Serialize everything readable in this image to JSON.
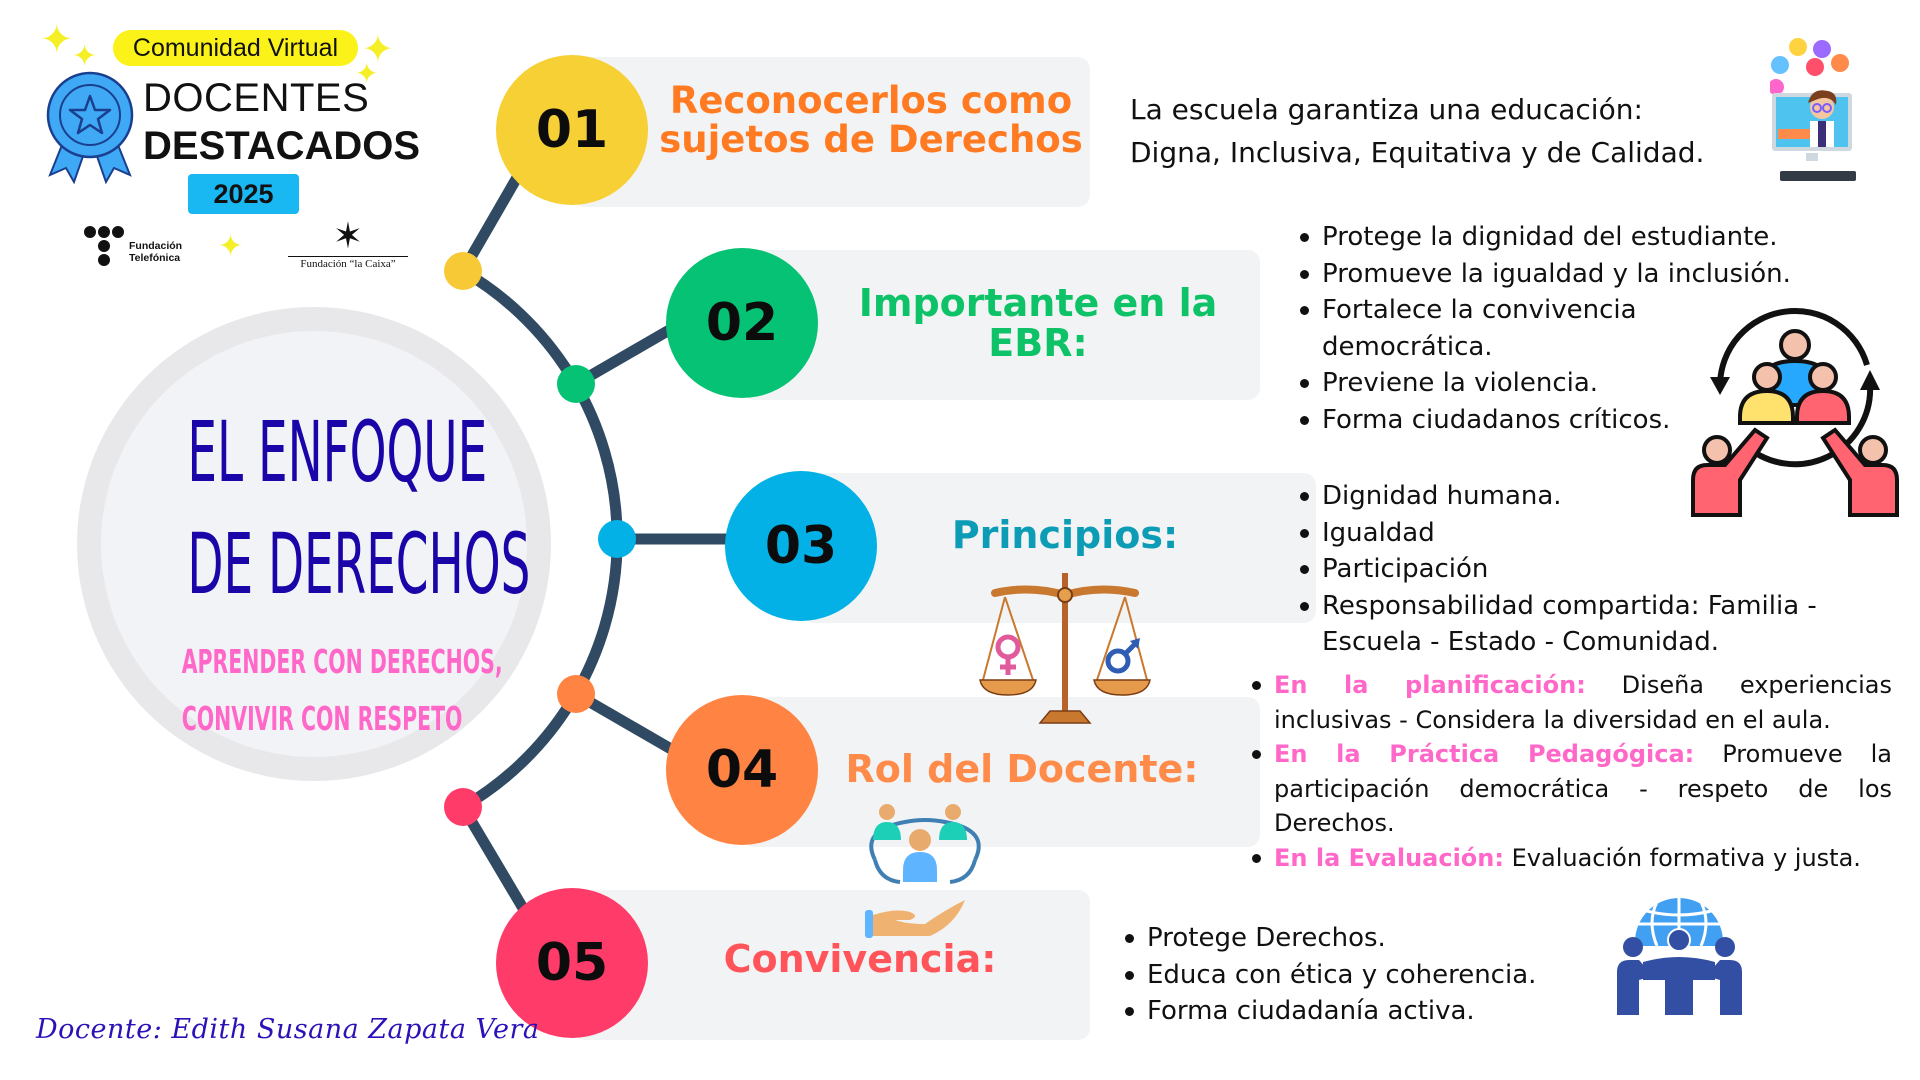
{
  "badge": {
    "community": "Comunidad Virtual",
    "line1": "DOCENTES",
    "line2": "DESTACADOS",
    "year": "2025",
    "sponsor1_line1": "Fundación",
    "sponsor1_line2": "Telefónica",
    "sponsor2": "Fundación “la Caixa”",
    "sparkle_glyph": "✦"
  },
  "main": {
    "title_line1": "EL ENFOQUE",
    "title_line2": "DE DERECHOS",
    "subtitle_line1": "APRENDER CON DERECHOS,",
    "subtitle_line2": "CONVIVIR CON RESPETO"
  },
  "colors": {
    "step1": "#f6d035",
    "step2": "#06c275",
    "step3": "#03b1e6",
    "step4": "#ff8443",
    "step5": "#ff3b69",
    "connector": "#2f4a62",
    "title_blue": "#1a05a8",
    "pink": "#ff68c8"
  },
  "steps": [
    {
      "num": "01",
      "title_line1": "Reconocerlos como",
      "title_line2": "sujetos de Derechos",
      "title_color": "#ff7a21"
    },
    {
      "num": "02",
      "title_line1": "Importante en la",
      "title_line2": "EBR:",
      "title_color": "#0ec267"
    },
    {
      "num": "03",
      "title_line1": "Principios:",
      "title_color": "#0c9cb6"
    },
    {
      "num": "04",
      "title_line1": "Rol del Docente:",
      "title_color": "#ff8b4a"
    },
    {
      "num": "05",
      "title_line1": "Convivencia:",
      "title_color": "#ff5459"
    }
  ],
  "step1_detail": {
    "line1": "La escuela garantiza una educación:",
    "line2": "Digna, Inclusiva, Equitativa y de Calidad."
  },
  "step2_detail": {
    "items": [
      "Protege la dignidad del estudiante.",
      "Promueve la igualdad y la inclusión.",
      "Fortalece la convivencia democrática.",
      "Previene la violencia.",
      "Forma ciudadanos críticos."
    ],
    "item3_line1": "Fortalece la convivencia",
    "item3_line2": "democrática."
  },
  "step3_detail": {
    "items": [
      "Dignidad humana.",
      "Igualdad",
      "Participación",
      "Responsabilidad compartida: Familia - Escuela - Estado - Comunidad."
    ]
  },
  "step4_detail": {
    "items": [
      {
        "label": "En la planificación:",
        "text": "Diseña experiencias inclusivas - Considera la diversidad en el aula."
      },
      {
        "label": "En la Práctica Pedagógica:",
        "text": "Promueve la participación democrática - respeto de los Derechos."
      },
      {
        "label": "En la Evaluación:",
        "text": "Evaluación formativa y justa."
      }
    ]
  },
  "step5_detail": {
    "items": [
      "Protege Derechos.",
      "Educa con ética y coherencia.",
      "Forma ciudadanía activa."
    ]
  },
  "signature": "Docente: Edith Susana Zapata Vera"
}
